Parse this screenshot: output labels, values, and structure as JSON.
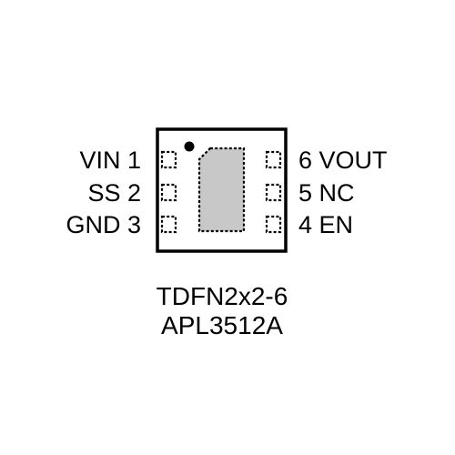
{
  "package": {
    "name": "TDFN2x2-6",
    "part_number": "APL3512A"
  },
  "pins_left": [
    {
      "label": "VIN 1"
    },
    {
      "label": "SS 2"
    },
    {
      "label": "GND 3"
    }
  ],
  "pins_right": [
    {
      "label": "6 VOUT"
    },
    {
      "label": "5 NC"
    },
    {
      "label": "4 EN"
    }
  ],
  "colors": {
    "outline": "#000000",
    "exposed_pad_fill": "#c8c8c8",
    "background": "#ffffff"
  }
}
